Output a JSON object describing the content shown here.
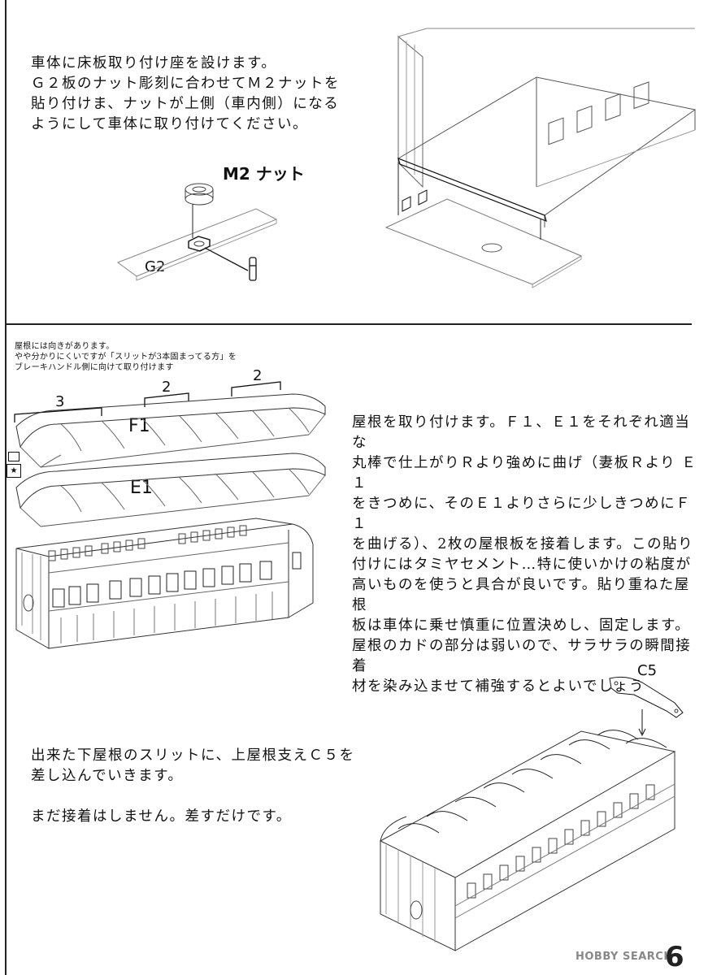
{
  "step1": {
    "text": "車体に床板取り付け座を設けます。\nＧ２板のナット彫刻に合わせてＭ２ナットを\n貼り付けま、ナットが上側（車内側）になる\nようにして車体に取り付けてください。",
    "nut_label": "M2 ナット",
    "plate_label": "G2"
  },
  "step2": {
    "note": "屋根には向きがあります。\nやや分かりにくいですが「スリットが3本固まってる方」を\nブレーキハンドル側に向けて取り付けます",
    "slit_counts": [
      "3",
      "2",
      "2"
    ],
    "roof_upper_label": "F1",
    "roof_lower_label": "E1",
    "side_mark": "★",
    "text": "屋根を取り付けます。Ｆ１、Ｅ１をそれぞれ適当な\n丸棒で仕上がりＲより強めに曲げ（妻板Ｒより Ｅ１\nをきつめに、そのＥ１よりさらに少しきつめにＦ１\nを曲げる）、2枚の屋根板を接着します。この貼り\n付けにはタミヤセメント…特に使いかけの粘度が\n高いものを使うと具合が良いです。貼り重ねた屋根\n板は車体に乗せ慎重に位置決めし、固定します。\n屋根のカドの部分は弱いので、サラサラの瞬間接着\n材を染み込ませて補強するとよいでしょう"
  },
  "step3": {
    "text": "出来た下屋根のスリットに、上屋根支えＣ５を\n差し込んでいきます。\n\nまだ接着はしません。差すだけです。",
    "part_label": "C5"
  },
  "footer": {
    "watermark": "HOBBY SEARCH",
    "page_number": "6"
  }
}
